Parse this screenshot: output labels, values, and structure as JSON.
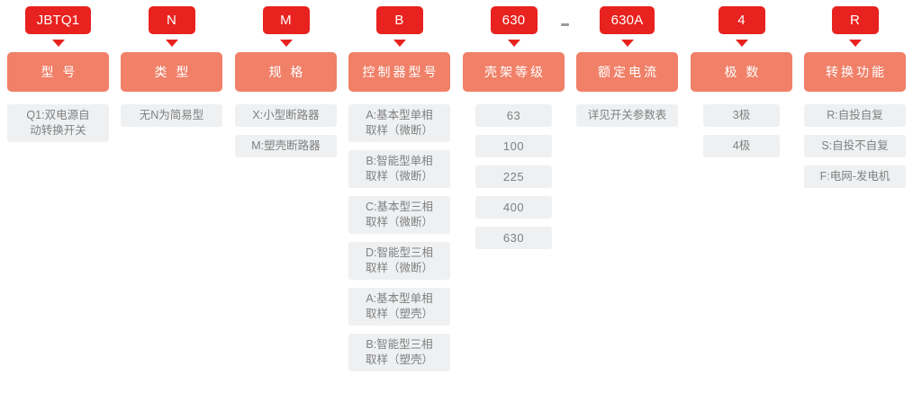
{
  "colors": {
    "badge_red": "#e8221f",
    "category_salmon": "#f08068",
    "option_bg": "#eef0f2",
    "option_text": "#808080",
    "dash_gray": "#9a9a9a",
    "page_bg": "#ffffff"
  },
  "separator": {
    "symbol": "-",
    "between": [
      "frame_level",
      "rated_current"
    ]
  },
  "columns": [
    {
      "key": "model",
      "code": "JBTQ1",
      "category": "型 号",
      "options": [
        "Q1:双电源自\n动转换开关"
      ],
      "option_style": "wide"
    },
    {
      "key": "type",
      "code": "N",
      "category": "类 型",
      "options": [
        "无N为简易型"
      ],
      "option_style": "wide"
    },
    {
      "key": "spec",
      "code": "M",
      "category": "规 格",
      "options": [
        "X:小型断路器",
        "M:塑壳断路器"
      ],
      "option_style": "wide"
    },
    {
      "key": "controller_model",
      "code": "B",
      "category": "控制器型号",
      "options": [
        "A:基本型单相\n取样（微断）",
        "B:智能型单相\n取样（微断）",
        "C:基本型三相\n取样（微断）",
        "D:智能型三相\n取样（微断）",
        "A:基本型单相\n取样（塑壳）",
        "B:智能型三相\n取样（塑壳）"
      ],
      "option_style": "wide"
    },
    {
      "key": "frame_level",
      "code": "630",
      "category": "壳架等级",
      "options": [
        "63",
        "100",
        "225",
        "400",
        "630"
      ],
      "option_style": "number"
    },
    {
      "key": "rated_current",
      "code": "630A",
      "category": "额定电流",
      "options": [
        "详见开关参数表"
      ],
      "option_style": "wide"
    },
    {
      "key": "poles",
      "code": "4",
      "category": "极 数",
      "options": [
        "3极",
        "4极"
      ],
      "option_style": "narrow"
    },
    {
      "key": "transfer_function",
      "code": "R",
      "category": "转换功能",
      "options": [
        "R:自投自复",
        "S:自投不自复",
        "F:电网-发电机"
      ],
      "option_style": "wide"
    }
  ]
}
